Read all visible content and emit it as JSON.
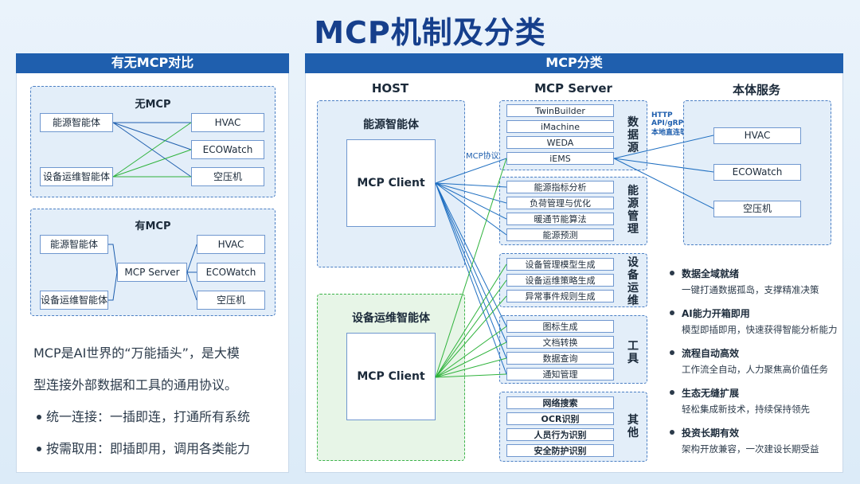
{
  "title": "MCP机制及分类",
  "left": {
    "header": "有无MCP对比",
    "without": {
      "title": "无MCP",
      "agents": [
        "能源智能体",
        "设备运维智能体"
      ],
      "targets": [
        "HVAC",
        "ECOWatch",
        "空压机"
      ]
    },
    "with": {
      "title": "有MCP",
      "agents": [
        "能源智能体",
        "设备运维智能体"
      ],
      "server": "MCP Server",
      "targets": [
        "HVAC",
        "ECOWatch",
        "空压机"
      ]
    },
    "desc_line1": "MCP是AI世界的“万能插头”，是大模",
    "desc_line2": "型连接外部数据和工具的通用协议。",
    "bullets": [
      "统一连接：一插即连，打通所有系统",
      "按需取用：即插即用，调用各类能力"
    ]
  },
  "right": {
    "header": "MCP分类",
    "host": {
      "head": "HOST",
      "agent1": "能源智能体",
      "agent2": "设备运维智能体",
      "client": "MCP Client"
    },
    "server": {
      "head": "MCP Server",
      "protocol": "MCP协议",
      "groups": [
        {
          "label": "数据源",
          "items": [
            "TwinBuilder",
            "iMachine",
            "WEDA",
            "iEMS"
          ]
        },
        {
          "label": "能源管理",
          "items": [
            "能源指标分析",
            "负荷管理与优化",
            "暖通节能算法",
            "能源预测"
          ]
        },
        {
          "label": "设备运维",
          "items": [
            "设备管理模型生成",
            "设备运维策略生成",
            "异常事件规则生成"
          ]
        },
        {
          "label": "工具",
          "items": [
            "图标生成",
            "文档转换",
            "数据查询",
            "通知管理"
          ]
        },
        {
          "label": "其他",
          "items": [
            "网络搜索",
            "OCR识别",
            "人员行为识别",
            "安全防护识别"
          ]
        }
      ]
    },
    "http_label": [
      "HTTP",
      "API/gRPC/",
      "本地直连等"
    ],
    "service": {
      "head": "本体服务",
      "items": [
        "HVAC",
        "ECOWatch",
        "空压机"
      ]
    },
    "features": [
      {
        "title": "数据全域就绪",
        "desc": "一键打通数据孤岛，支撑精准决策"
      },
      {
        "title": "AI能力开箱即用",
        "desc": "模型即插即用，快速获得智能分析能力"
      },
      {
        "title": "流程自动高效",
        "desc": "工作流全自动，人力聚焦高价值任务"
      },
      {
        "title": "生态无缝扩展",
        "desc": "轻松集成新技术，持续保持领先"
      },
      {
        "title": "投资长期有效",
        "desc": "架构开放兼容，一次建设长期受益"
      }
    ]
  },
  "colors": {
    "primary": "#1f5fae",
    "blue_line": "#1f6fc1",
    "green_line": "#2fb33c"
  }
}
